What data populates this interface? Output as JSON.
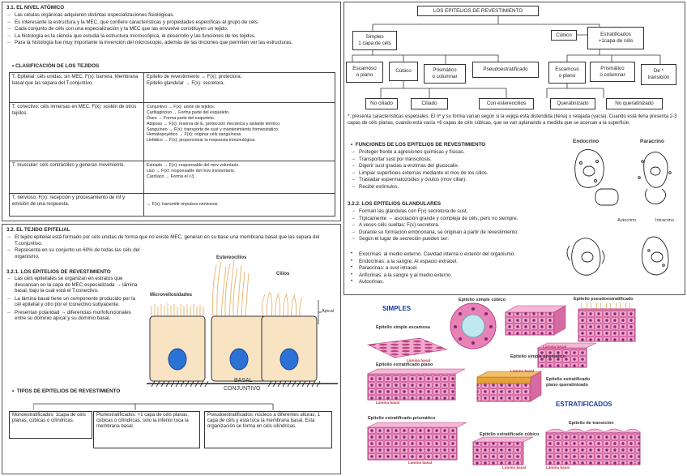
{
  "s31": {
    "title": "3.1. EL NIVEL ATÓMICO",
    "bullets": [
      "Las células orgánicas adquieren distintas especializaciones fisiológicas.",
      "Es interesante la estructura y la MEC, que confiere características y propiedades específicas al grupo de céls.",
      "Cada conjunto de céls con una especialización y la MEC que las envuelve constituyen un tejido.",
      "La histología es la ciencia que estudia la estructura microscópica, el desarrollo y las funciones de los tejidos.",
      "Para la histología fue muy importante la invención del microscopio, además de las tinciones que permiten ver las estructuras."
    ],
    "clasif": "CLASIFICACIÓN DE LOS TEJIDOS",
    "rows": [
      {
        "left": "T. Epitelial: céls unidas, sin MEC. F(x): barrera. Membrana basal que las separa del T.conjuntivo.",
        "right": [
          "Epitelio de revestimiento → F(x): protectora.",
          "Epitelio glandular → F(x): secretora."
        ]
      },
      {
        "left": "T. conectivo: céls inmersas en MEC. F(x): sostén de otros tejidos.",
        "right": [
          "Conjuntivo → F(x): unión de tejidos.",
          "Cartilaginoso → Forma parte del esqueleto.",
          "Óseo → Forma parte del esqueleto.",
          "Adiposo → F(x): reserva de E, protección mecánica y aislante térmico.",
          "Sanguíneo → F(x): transporte de sust y mantenimiento homeostático.",
          "Hematopoyético → F(x): originar céls sanguíneas.",
          "Linfático → F(x): proporcionar la respuesta inmunológica."
        ]
      },
      {
        "left": "T. muscular: céls contráctiles y generan movimiento.",
        "right": [
          "Estriado → F(x): responsable del mov voluntario.",
          "Liso → F(x): responsable del mov involuntario.",
          "Cardíaco → Forma el <3."
        ]
      },
      {
        "left": "T. nervioso: F(x): recepción y procesamiento de inf y emisión de una respuesta.",
        "right": [
          "→ F(x): transmitir impulsos nerviosos."
        ]
      }
    ]
  },
  "s32": {
    "title": "3.2. EL TEJIDO EPITELIAL",
    "bullets": [
      "El tejido epitelial está formado por céls unidas de forma que no existe MEC, generan en su base una membrana basal que las separa del T.conjuntivo.",
      "Representa en su conjunto un 60% de todas las céls del organismo."
    ],
    "sub_title": "3.2.1. LOS EPITELIOS DE REVESTIMIENTO",
    "sub_bullets": [
      "Las céls epiteliales se organizan en estratos que descansan en la capa de MEC especializada → lámina basal, bajo la cual está el T.conectivo.",
      "La lámina basal tiene un componente producido por la cél epitelial y otro por el tconectivo subyacente.",
      "Presentan polaridad → diferencias morfofuncionales entre su dominio apical y su dominio basal."
    ],
    "tipos_title": "TIPOS DE EPITELIOS DE REVESTIMIENTO",
    "tipos": [
      "Monoestratificados: 1capa de céls planas, cúbicas o cilíndricas.",
      "Pluriestratificados: +1 capa de céls planas, cúbicas o cilíndricas, solo la inferior toca la membrana basal.",
      "Pseudoestratificados: núcleos a diferentes alturas, 1 capa de céls y está toca la membrana basal. Esta organización se forma en céls cilíndricas."
    ],
    "labels": {
      "estereocilios": "Estereocilios",
      "cilios": "Cilios",
      "microvellosidades": "Microvellosidades",
      "apical": "Apical",
      "basal": "BASAL",
      "conjuntivo": "CONJUNTIVO"
    }
  },
  "tree": {
    "root": "LOS EPITELIOS DE REVESTIMIENTO",
    "simples": "Simples\n1 capa de céls",
    "cubico_top": "Cúbico",
    "estratificados": "Estratificados\n+1capa de céls",
    "escamoso1": "Escamoso\no plano",
    "cubico": "Cúbico",
    "prismatico1": "Prismático\no columnar",
    "pseudo": "Pseudoestratificado",
    "escamoso2": "Escamoso\no plano",
    "prismatico2": "Prismático\no columnar",
    "transicion": "De *\ntransición",
    "nociliado": "No ciliado",
    "ciliado": "Ciliado",
    "estereocilios": "Con estereocilios",
    "queratinizado": "Queratinizado",
    "noqueratinizado": "No queratinizado"
  },
  "right": {
    "note": "*: presenta características especiales. El nº y su forma varían según si la vejiga está distendida (llena) o relajada (vacía). Cuando está llena presenta 2-3 capas de céls planas, cuando está vacía +6 capas de céls cúbicas, que se van aplanando a medida que se acercan a la superficie.",
    "func_title": "FUNCIONES DE LOS EPITELIOS DE REVESTIMIENTO",
    "funcs": [
      "Proteger frente a agresiones químicas y físicas.",
      "Transportar sust por transcitosis.",
      "Digerir sust gracias a enzimas del glucocalix.",
      "Limpiar superficies externas mediante el mov de los cilios.",
      "Trasladar espermatozoides y óvulos (mov ciliar).",
      "Recibir estímulos."
    ],
    "gland_title": "3.2.2. LOS EPITELIOS GLANDULARES",
    "gland": [
      "Forman las glándulas con F(x) secretora de sust.",
      "Típicamente → asociación grande y compleja de céls, pero no siempre.",
      "A veces céls sueltas: F(x) secretora.",
      "Durante su formación embrionaria, se originan a partir de revestimiento.",
      "Según el lugar de secreción pueden ser:"
    ],
    "gland_dots": [
      "Exocrinas: al medio externo. Cavidad interna o exterior del organismo.",
      "Endocrinas: a la sangre. Al espacio extracel.",
      "Paracrinas: a sust intracel.",
      "Anficrinas: a la sangre y al medio externo.",
      "Autocrinas."
    ],
    "labels": {
      "endocrino": "Endocrino",
      "paracrino": "Paracrino",
      "autocrino": "Autocrino",
      "intracrino": "Intracrino"
    }
  },
  "images": {
    "simples": "SIMPLES",
    "escamosa": "Epitelio simple escamosa",
    "cubico": "Epitelio simple cúbico",
    "pseudo": "Epitelio pseudoestratificado",
    "prismatico": "Epitelio simple prismático",
    "plano": "Epitelio estratificado plano",
    "plano_q": "Epitelio estratificado\nplano queratinizado",
    "estratificados": "ESTRATIFICADOS",
    "prismatico_e": "Epitelio estratificado prismático",
    "cubico_e": "Epitelio estratificado cúbico",
    "transicion": "Epitelio de transición",
    "lamina": "Lámina basal"
  },
  "colors": {
    "cell_fill": "#f8e3c2",
    "nucleus": "#2a72d4",
    "tissue": "#e882b6",
    "keratin": "#e6a23a",
    "heading_blue": "#1a3a9b"
  }
}
